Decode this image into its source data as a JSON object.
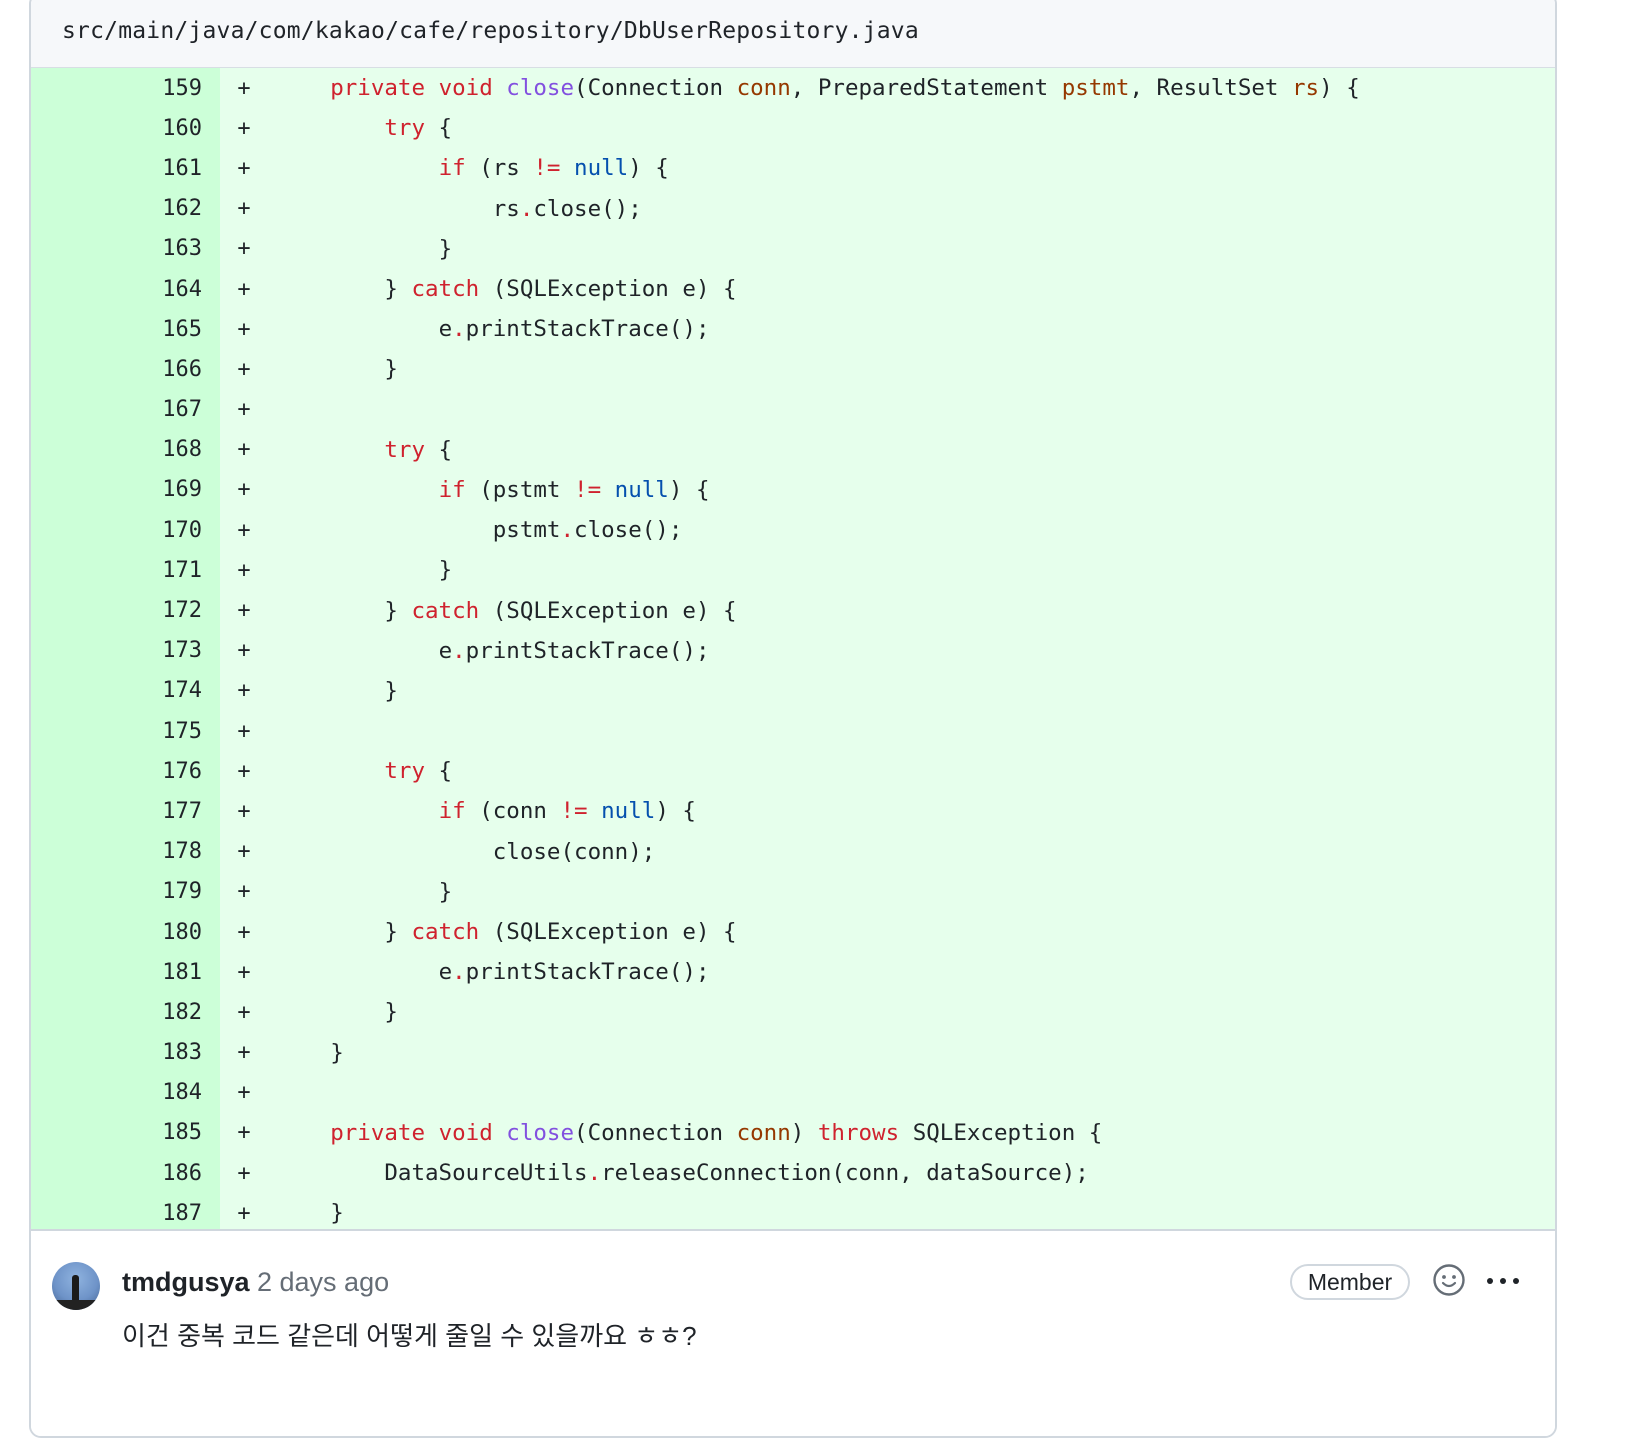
{
  "file": {
    "path": "src/main/java/com/kakao/cafe/repository/DbUserRepository.java"
  },
  "diff_lines": [
    {
      "num": "159",
      "marker": "+",
      "indent": 1,
      "tokens": [
        [
          "kw",
          "private"
        ],
        [
          "p",
          " "
        ],
        [
          "kw",
          "void"
        ],
        [
          "p",
          " "
        ],
        [
          "fn",
          "close"
        ],
        [
          "p",
          "(Connection "
        ],
        [
          "var",
          "conn"
        ],
        [
          "p",
          ", PreparedStatement "
        ],
        [
          "var",
          "pstmt"
        ],
        [
          "p",
          ", ResultSet "
        ],
        [
          "var",
          "rs"
        ],
        [
          "p",
          ") {"
        ]
      ]
    },
    {
      "num": "160",
      "marker": "+",
      "indent": 2,
      "tokens": [
        [
          "kw",
          "try"
        ],
        [
          "p",
          " {"
        ]
      ]
    },
    {
      "num": "161",
      "marker": "+",
      "indent": 3,
      "tokens": [
        [
          "kw",
          "if"
        ],
        [
          "p",
          " (rs "
        ],
        [
          "kw",
          "!="
        ],
        [
          "p",
          " "
        ],
        [
          "const",
          "null"
        ],
        [
          "p",
          ") {"
        ]
      ]
    },
    {
      "num": "162",
      "marker": "+",
      "indent": 4,
      "tokens": [
        [
          "p",
          "rs"
        ],
        [
          "kw",
          "."
        ],
        [
          "p",
          "close();"
        ]
      ]
    },
    {
      "num": "163",
      "marker": "+",
      "indent": 3,
      "tokens": [
        [
          "p",
          "}"
        ]
      ]
    },
    {
      "num": "164",
      "marker": "+",
      "indent": 2,
      "tokens": [
        [
          "p",
          "} "
        ],
        [
          "kw",
          "catch"
        ],
        [
          "p",
          " (SQLException e) {"
        ]
      ]
    },
    {
      "num": "165",
      "marker": "+",
      "indent": 3,
      "tokens": [
        [
          "p",
          "e"
        ],
        [
          "kw",
          "."
        ],
        [
          "p",
          "printStackTrace();"
        ]
      ]
    },
    {
      "num": "166",
      "marker": "+",
      "indent": 2,
      "tokens": [
        [
          "p",
          "}"
        ]
      ]
    },
    {
      "num": "167",
      "marker": "+",
      "indent": 0,
      "tokens": []
    },
    {
      "num": "168",
      "marker": "+",
      "indent": 2,
      "tokens": [
        [
          "kw",
          "try"
        ],
        [
          "p",
          " {"
        ]
      ]
    },
    {
      "num": "169",
      "marker": "+",
      "indent": 3,
      "tokens": [
        [
          "kw",
          "if"
        ],
        [
          "p",
          " (pstmt "
        ],
        [
          "kw",
          "!="
        ],
        [
          "p",
          " "
        ],
        [
          "const",
          "null"
        ],
        [
          "p",
          ") {"
        ]
      ]
    },
    {
      "num": "170",
      "marker": "+",
      "indent": 4,
      "tokens": [
        [
          "p",
          "pstmt"
        ],
        [
          "kw",
          "."
        ],
        [
          "p",
          "close();"
        ]
      ]
    },
    {
      "num": "171",
      "marker": "+",
      "indent": 3,
      "tokens": [
        [
          "p",
          "}"
        ]
      ]
    },
    {
      "num": "172",
      "marker": "+",
      "indent": 2,
      "tokens": [
        [
          "p",
          "} "
        ],
        [
          "kw",
          "catch"
        ],
        [
          "p",
          " (SQLException e) {"
        ]
      ]
    },
    {
      "num": "173",
      "marker": "+",
      "indent": 3,
      "tokens": [
        [
          "p",
          "e"
        ],
        [
          "kw",
          "."
        ],
        [
          "p",
          "printStackTrace();"
        ]
      ]
    },
    {
      "num": "174",
      "marker": "+",
      "indent": 2,
      "tokens": [
        [
          "p",
          "}"
        ]
      ]
    },
    {
      "num": "175",
      "marker": "+",
      "indent": 0,
      "tokens": []
    },
    {
      "num": "176",
      "marker": "+",
      "indent": 2,
      "tokens": [
        [
          "kw",
          "try"
        ],
        [
          "p",
          " {"
        ]
      ]
    },
    {
      "num": "177",
      "marker": "+",
      "indent": 3,
      "tokens": [
        [
          "kw",
          "if"
        ],
        [
          "p",
          " (conn "
        ],
        [
          "kw",
          "!="
        ],
        [
          "p",
          " "
        ],
        [
          "const",
          "null"
        ],
        [
          "p",
          ") {"
        ]
      ]
    },
    {
      "num": "178",
      "marker": "+",
      "indent": 4,
      "tokens": [
        [
          "p",
          "close(conn);"
        ]
      ]
    },
    {
      "num": "179",
      "marker": "+",
      "indent": 3,
      "tokens": [
        [
          "p",
          "}"
        ]
      ]
    },
    {
      "num": "180",
      "marker": "+",
      "indent": 2,
      "tokens": [
        [
          "p",
          "} "
        ],
        [
          "kw",
          "catch"
        ],
        [
          "p",
          " (SQLException e) {"
        ]
      ]
    },
    {
      "num": "181",
      "marker": "+",
      "indent": 3,
      "tokens": [
        [
          "p",
          "e"
        ],
        [
          "kw",
          "."
        ],
        [
          "p",
          "printStackTrace();"
        ]
      ]
    },
    {
      "num": "182",
      "marker": "+",
      "indent": 2,
      "tokens": [
        [
          "p",
          "}"
        ]
      ]
    },
    {
      "num": "183",
      "marker": "+",
      "indent": 1,
      "tokens": [
        [
          "p",
          "}"
        ]
      ]
    },
    {
      "num": "184",
      "marker": "+",
      "indent": 0,
      "tokens": []
    },
    {
      "num": "185",
      "marker": "+",
      "indent": 1,
      "tokens": [
        [
          "kw",
          "private"
        ],
        [
          "p",
          " "
        ],
        [
          "kw",
          "void"
        ],
        [
          "p",
          " "
        ],
        [
          "fn",
          "close"
        ],
        [
          "p",
          "(Connection "
        ],
        [
          "var",
          "conn"
        ],
        [
          "p",
          ") "
        ],
        [
          "kw",
          "throws"
        ],
        [
          "p",
          " SQLException {"
        ]
      ]
    },
    {
      "num": "186",
      "marker": "+",
      "indent": 2,
      "tokens": [
        [
          "p",
          "DataSourceUtils"
        ],
        [
          "kw",
          "."
        ],
        [
          "p",
          "releaseConnection(conn, dataSource);"
        ]
      ]
    },
    {
      "num": "187",
      "marker": "+",
      "indent": 1,
      "tokens": [
        [
          "p",
          "}"
        ]
      ]
    }
  ],
  "comment": {
    "author": "tmdgusya",
    "time": "2 days ago",
    "badge": "Member",
    "body": "이건 중복 코드 같은데 어떻게 줄일 수 있을까요 ㅎㅎ?",
    "emoji_icon": "smiley-icon",
    "more_icon": "kebab-horizontal-icon"
  },
  "colors": {
    "added_line_bg": "#e6ffec",
    "added_gutter_bg": "#ccffd8",
    "keyword": "#cf222e",
    "function": "#8250df",
    "variable": "#953800",
    "constant": "#0550ae"
  }
}
